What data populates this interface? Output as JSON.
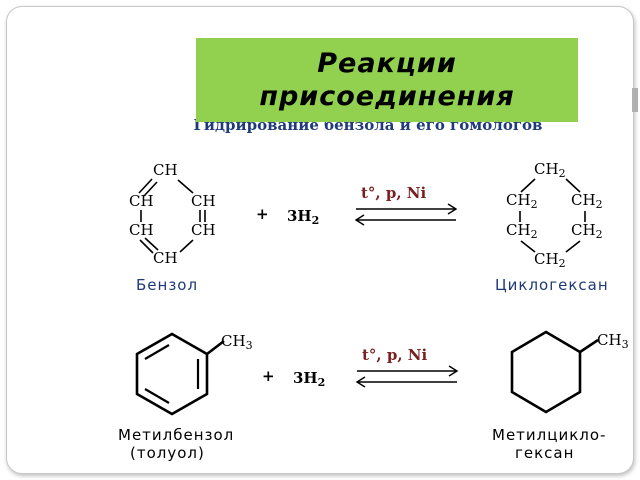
{
  "slide": {
    "title": "Реакции\nприсоединения",
    "subtitle": "Гидрирование бензола и его гомологов"
  },
  "reaction1": {
    "benzene_groups": [
      "CH",
      "CH",
      "CH",
      "CH",
      "CH",
      "CH"
    ],
    "benzene_caption": "Бензол",
    "reagent_coef": "3H",
    "reagent_sub": "2",
    "plus": "+",
    "conditions": "t°, p, Ni",
    "product_group": "CH",
    "product_sub": "2",
    "product_caption": "Циклогексан"
  },
  "reaction2": {
    "substituent": "CH",
    "substituent_sub": "3",
    "reactant_caption_line1": "Метилбензол",
    "reactant_caption_line2": "(толуол)",
    "plus": "+",
    "reagent_coef": "3H",
    "reagent_sub": "2",
    "conditions": "t°, p, Ni",
    "product_substituent": "CH",
    "product_substituent_sub": "3",
    "product_caption_line1": "Метилцикло-",
    "product_caption_line2": "гексан"
  },
  "colors": {
    "title_background": "#92d050",
    "subtitle_text": "#1f3a78",
    "conditions_text": "#7a1f1f"
  }
}
